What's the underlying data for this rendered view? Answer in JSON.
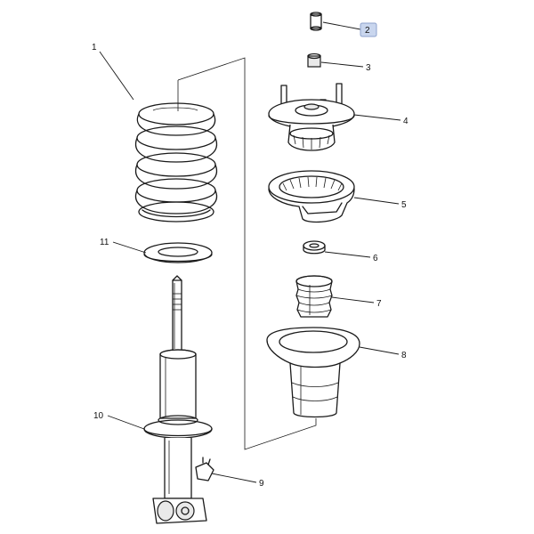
{
  "callouts": [
    {
      "id": "1",
      "text": "1"
    },
    {
      "id": "2",
      "text": "2",
      "highlight": true
    },
    {
      "id": "3",
      "text": "3"
    },
    {
      "id": "4",
      "text": "4"
    },
    {
      "id": "5",
      "text": "5"
    },
    {
      "id": "6",
      "text": "6"
    },
    {
      "id": "7",
      "text": "7"
    },
    {
      "id": "8",
      "text": "8"
    },
    {
      "id": "9",
      "text": "9"
    },
    {
      "id": "10",
      "text": "10"
    },
    {
      "id": "11",
      "text": "11"
    }
  ],
  "colors": {
    "line": "#1a1a1a",
    "highlight_fill": "#c9d6ee",
    "highlight_stroke": "#8da2cc",
    "shade": "#e9e9e9"
  }
}
